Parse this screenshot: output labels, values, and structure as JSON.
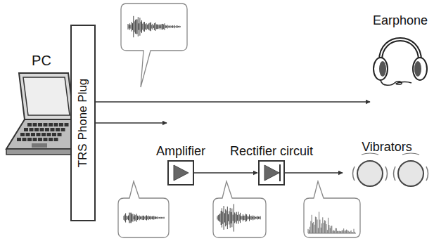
{
  "diagram": {
    "nodes": [
      {
        "text": [
          "PC"
        ]
      },
      {
        "text": [
          "TRS Phone Plug"
        ]
      },
      {
        "text": [
          "Earphone"
        ]
      },
      {
        "text": [
          "Amplifier"
        ]
      },
      {
        "text": [
          "Rectifier circuit"
        ]
      },
      {
        "text": [
          "Vibrators"
        ]
      }
    ],
    "edges": [
      {
        "from": 1,
        "to": 2,
        "arrow": "to"
      },
      {
        "from": 1,
        "to": 3,
        "arrow": "to"
      },
      {
        "from": 3,
        "to": 4,
        "arrow": "to"
      },
      {
        "from": 4,
        "to": 5,
        "arrow": "to"
      }
    ]
  }
}
